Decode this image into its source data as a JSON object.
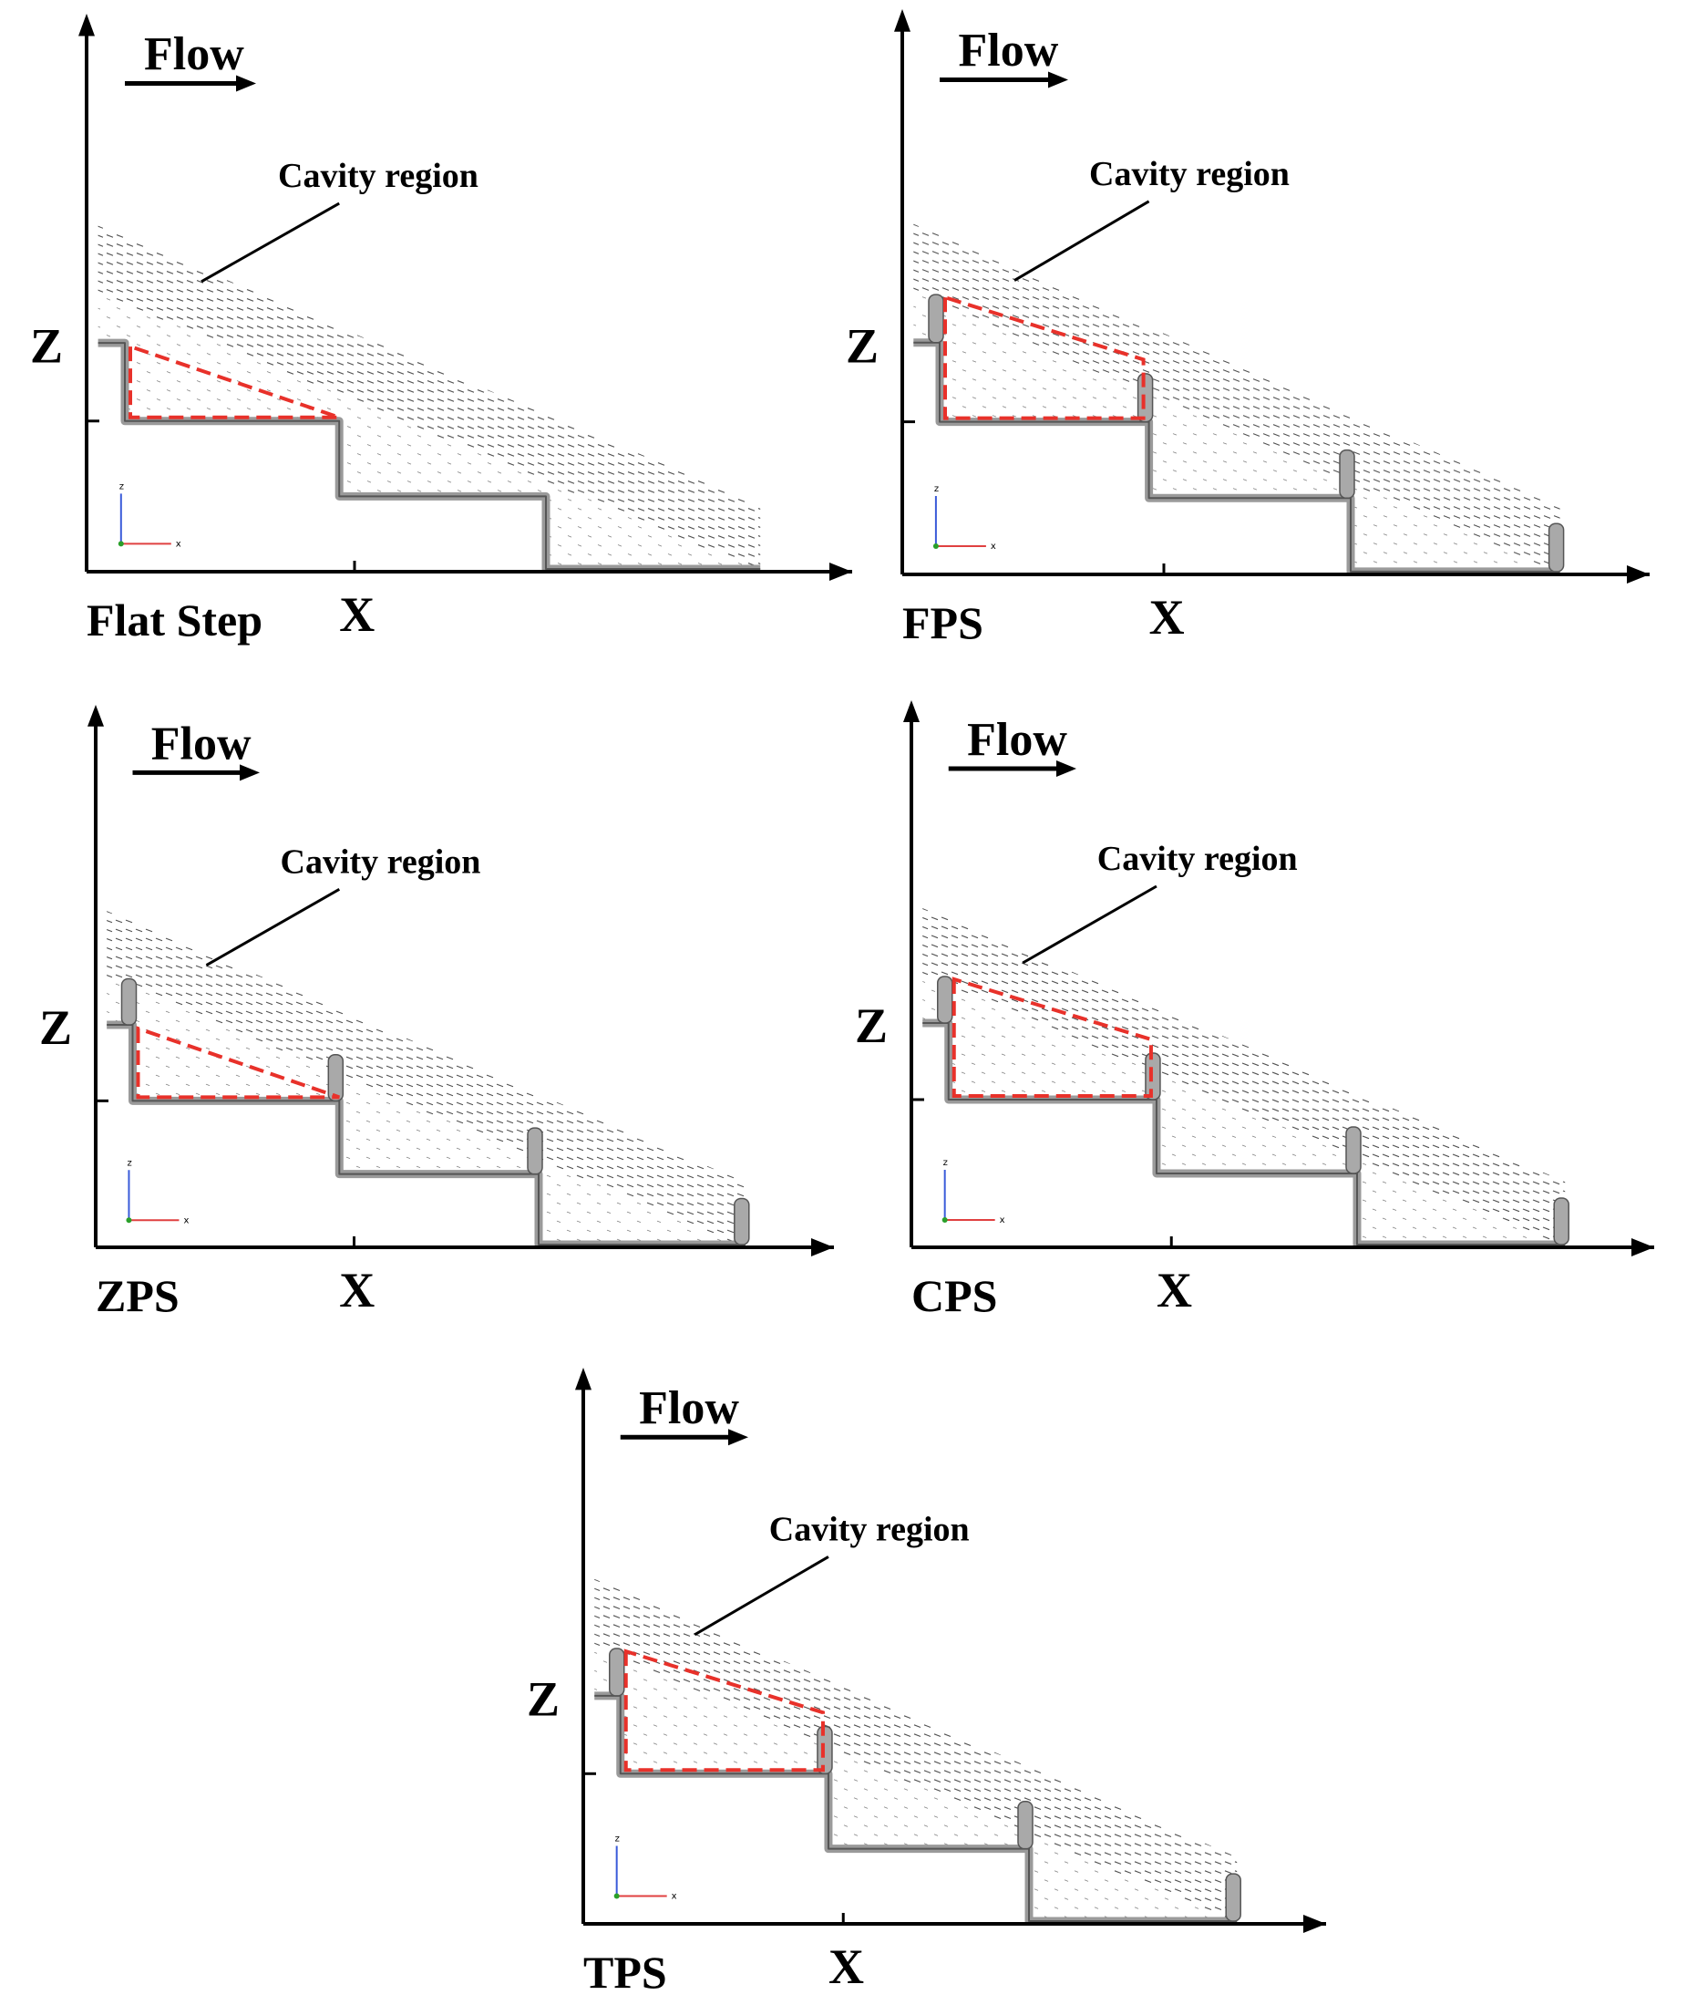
{
  "panels": [
    {
      "id": "flat-step",
      "name": "Flat Step",
      "flow": "Flow",
      "cavity": "Cavity region",
      "xlabel": "X",
      "zlabel": "Z",
      "posts": [],
      "mini": {
        "z": "z",
        "x": "x"
      }
    },
    {
      "id": "fps",
      "name": "FPS",
      "flow": "Flow",
      "cavity": "Cavity region",
      "xlabel": "X",
      "zlabel": "Z",
      "posts": [
        0,
        1,
        2,
        3
      ],
      "mini": {
        "z": "z",
        "x": "x"
      }
    },
    {
      "id": "zps",
      "name": "ZPS",
      "flow": "Flow",
      "cavity": "Cavity region",
      "xlabel": "X",
      "zlabel": "Z",
      "posts": [
        0,
        1,
        2,
        3
      ],
      "mini": {
        "z": "z",
        "x": "x"
      }
    },
    {
      "id": "cps",
      "name": "CPS",
      "flow": "Flow",
      "cavity": "Cavity region",
      "xlabel": "X",
      "zlabel": "Z",
      "posts": [
        0,
        1,
        2,
        3
      ],
      "mini": {
        "z": "z",
        "x": "x"
      }
    },
    {
      "id": "tps",
      "name": "TPS",
      "flow": "Flow",
      "cavity": "Cavity region",
      "xlabel": "X",
      "zlabel": "Z",
      "posts": [
        0,
        1,
        2,
        3
      ],
      "mini": {
        "z": "z",
        "x": "x"
      }
    }
  ],
  "colors": {
    "cavity_outline": "#e8312a",
    "step_surface": "#9a9a9a",
    "vectors": "#333333",
    "mini_axis_z": "#3a5bd9",
    "mini_axis_x": "#e04040",
    "mini_axis_y": "#2aa02a"
  }
}
